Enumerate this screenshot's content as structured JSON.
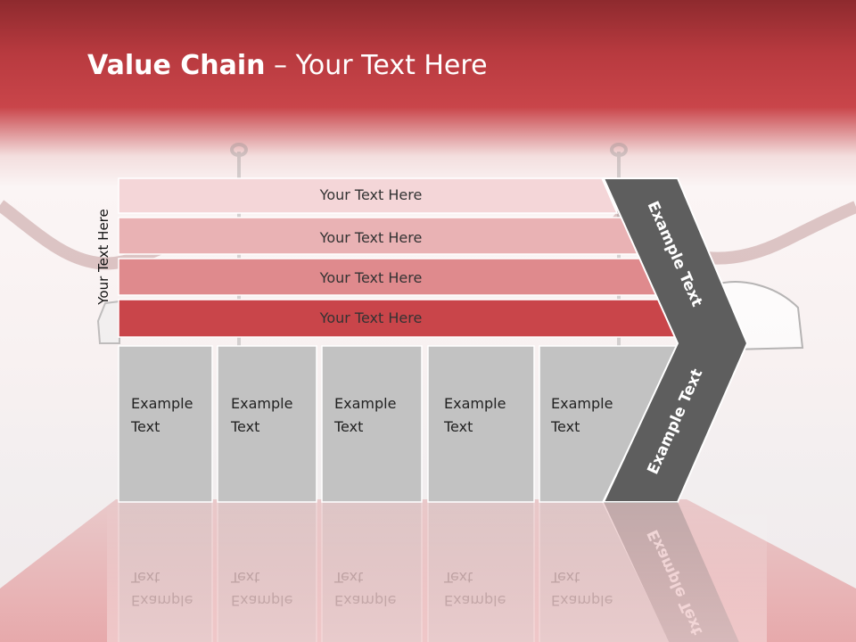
{
  "title": {
    "bold": "Value Chain",
    "rest": " – Your Text Here"
  },
  "vertical_label": "Your Text Here",
  "bands": [
    {
      "label": "Your Text Here",
      "fill": "#f4d6d8"
    },
    {
      "label": "Your Text Here",
      "fill": "#e9b2b4"
    },
    {
      "label": "Your Text Here",
      "fill": "#df8a8d"
    },
    {
      "label": "Your Text Here",
      "fill": "#c9454a"
    }
  ],
  "boxes": [
    {
      "line1": "Example",
      "line2": "Text"
    },
    {
      "line1": "Example",
      "line2": "Text"
    },
    {
      "line1": "Example",
      "line2": "Text"
    },
    {
      "line1": "Example",
      "line2": "Text"
    },
    {
      "line1": "Example",
      "line2": "Text"
    }
  ],
  "chevron": {
    "upper": "Example Text",
    "lower": "Example Text",
    "fill": "#5e5e5e"
  },
  "colors": {
    "box_fill": "#c2c2c2",
    "band_stroke": "#ffffff",
    "title_band": "#c9454a"
  }
}
